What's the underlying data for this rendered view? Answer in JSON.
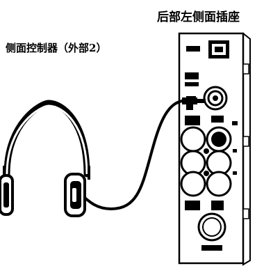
{
  "labels": {
    "rear_side_panel": "后部左侧面插座",
    "side_controller": "侧面控制器（外部2）"
  },
  "colors": {
    "ink": "#000000",
    "panel": "#ffffff",
    "background": "#ffffff"
  },
  "icons": {
    "headphones": "headphones-icon",
    "cable": "audio-cable",
    "panel": "rear-connector-panel"
  }
}
